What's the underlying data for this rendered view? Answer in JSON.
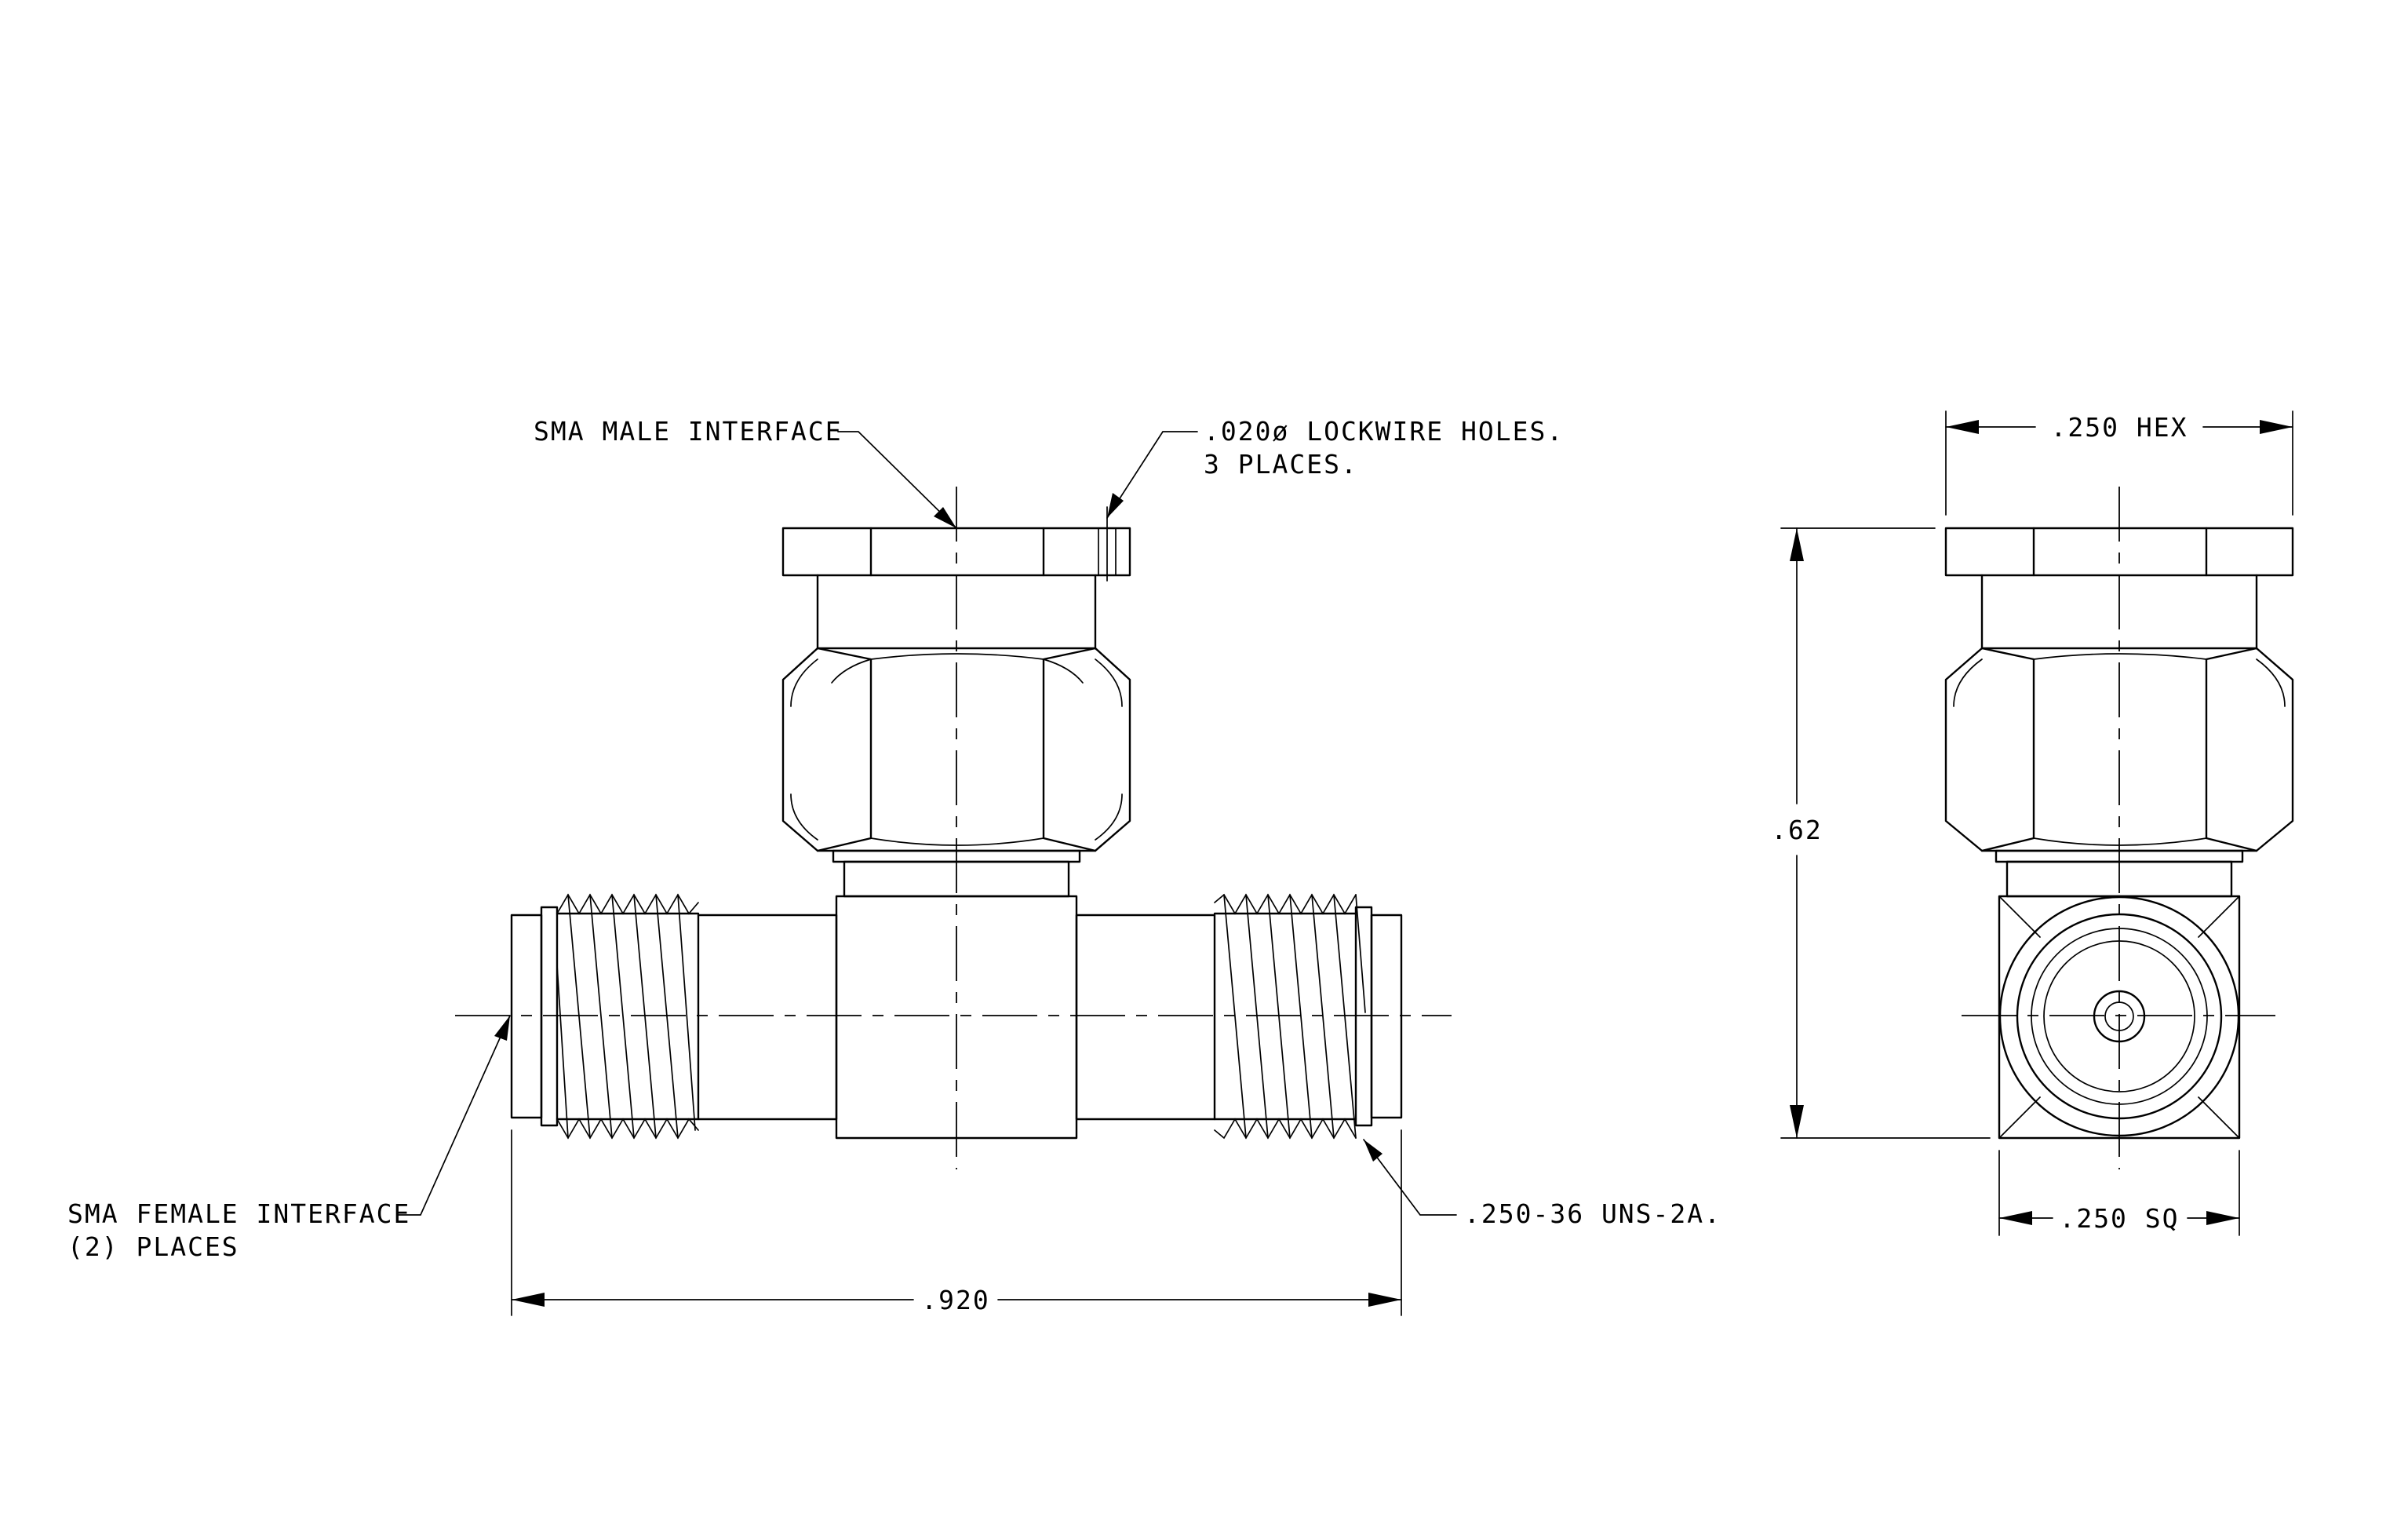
{
  "drawing": {
    "side_view": {
      "callouts": {
        "male_interface": "SMA MALE INTERFACE",
        "lockwire_line1": ".020ø LOCKWIRE HOLES.",
        "lockwire_line2": "3 PLACES.",
        "female_interface_line1": "SMA FEMALE INTERFACE",
        "female_interface_line2": "(2)  PLACES",
        "thread_spec": ".250-36 UNS-2A."
      },
      "dimensions": {
        "overall_length": ".920"
      }
    },
    "end_view": {
      "dimensions": {
        "hex_width": ".250 HEX",
        "height": ".62",
        "square_width": ".250 SQ"
      }
    }
  }
}
